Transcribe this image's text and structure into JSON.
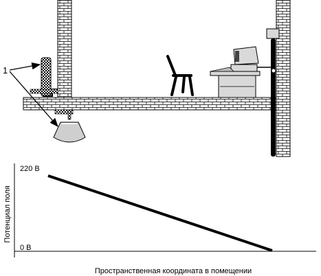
{
  "callout": {
    "label": "1"
  },
  "graph": {
    "y_axis_title": "Потенциал поля",
    "x_axis_title": "Пространственная координата в помещении",
    "y_max_label": "220 В",
    "y_min_label": "0 В"
  },
  "chart_data": {
    "type": "line",
    "xlabel": "Пространственная координата в помещении",
    "ylabel": "Потенциал поля",
    "yticks": [
      "220 В",
      "0 В"
    ],
    "series": [
      {
        "x": [
          0,
          1
        ],
        "y": [
          220,
          0
        ]
      }
    ]
  },
  "colors": {
    "line": "#000000",
    "brick_fill": "#ffffff",
    "brick_stroke": "#000000",
    "device_fill": "#d9d9d9",
    "device_dark": "#777777"
  }
}
